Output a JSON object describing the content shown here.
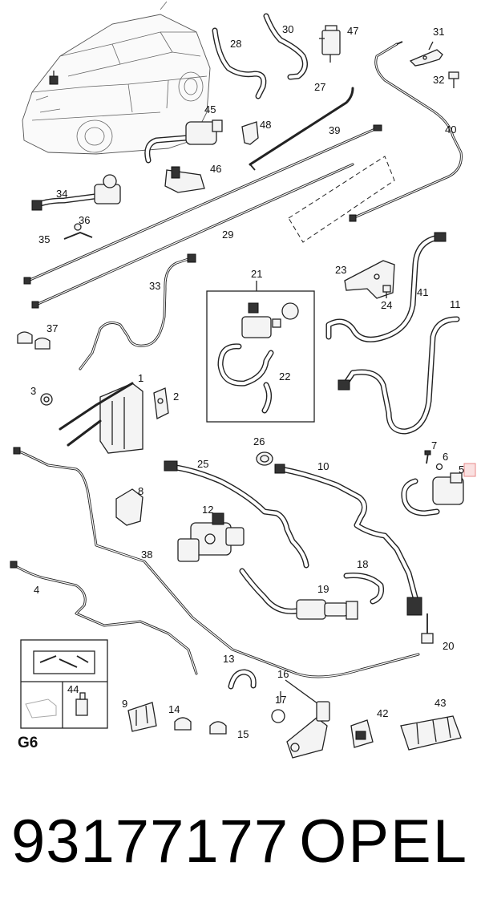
{
  "callouts": {
    "c1": "1",
    "c2": "2",
    "c3": "3",
    "c4": "4",
    "c5": "5",
    "c6": "6",
    "c7": "7",
    "c8": "8",
    "c9": "9",
    "c10": "10",
    "c11": "11",
    "c12": "12",
    "c13": "13",
    "c14": "14",
    "c15": "15",
    "c16": "16",
    "c17": "17",
    "c18": "18",
    "c19": "19",
    "c20": "20",
    "c21": "21",
    "c22": "22",
    "c23": "23",
    "c24": "24",
    "c25": "25",
    "c26": "26",
    "c27": "27",
    "c28": "28",
    "c29": "29",
    "c30": "30",
    "c31": "31",
    "c32": "32",
    "c33": "33",
    "c34": "34",
    "c35": "35",
    "c36": "36",
    "c37": "37",
    "c38": "38",
    "c39": "39",
    "c40": "40",
    "c41": "41",
    "c42": "42",
    "c43": "43",
    "c44": "44",
    "c45": "45",
    "c46": "46",
    "c47": "47",
    "c48": "48"
  },
  "legend": {
    "section_code": "G6",
    "box_label": "44"
  },
  "footer": {
    "part_number": "93177177",
    "brand": "OPEL"
  },
  "colors": {
    "line": "#222222",
    "highlight": "#f2a9a9"
  }
}
